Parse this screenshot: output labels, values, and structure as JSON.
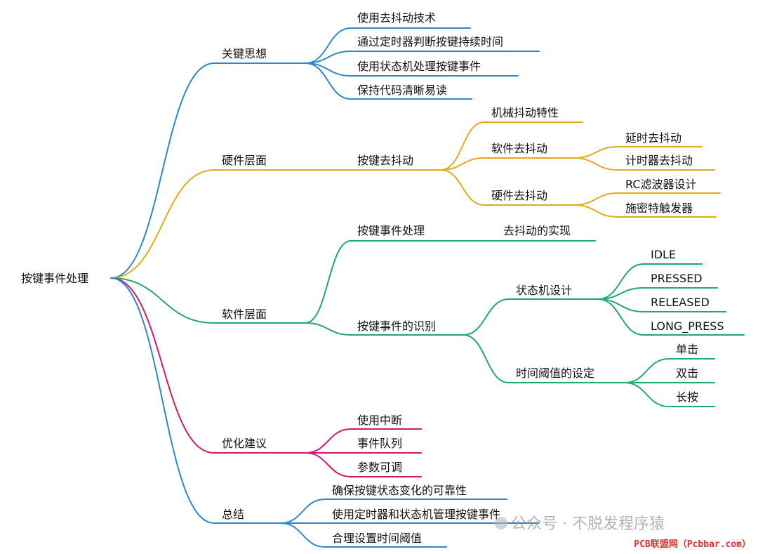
{
  "colors": {
    "keyIdeas": "#2f86c8",
    "hardware": "#e2ac16",
    "software": "#1faa6a",
    "optimize": "#d0186e",
    "summary": "#2f86c8"
  },
  "root": {
    "label": "按键事件处理"
  },
  "branches": {
    "keyIdeas": {
      "label": "关键思想",
      "items": [
        "使用去抖动技术",
        "通过定时器判断按键持续时间",
        "使用状态机处理按键事件",
        "保持代码清晰易读"
      ]
    },
    "hardware": {
      "label": "硬件层面",
      "debounce": {
        "label": "按键去抖动",
        "mechanical": "机械抖动特性",
        "softDebounce": {
          "label": "软件去抖动",
          "items": [
            "延时去抖动",
            "计时器去抖动"
          ]
        },
        "hardDebounce": {
          "label": "硬件去抖动",
          "items": [
            "RC滤波器设计",
            "施密特触发器"
          ]
        }
      }
    },
    "software": {
      "label": "软件层面",
      "handling": {
        "label": "按键事件处理",
        "child": "去抖动的实现"
      },
      "recognition": {
        "label": "按键事件的识别",
        "stateMachine": {
          "label": "状态机设计",
          "states": [
            "IDLE",
            "PRESSED",
            "RELEASED",
            "LONG_PRESS"
          ]
        },
        "threshold": {
          "label": "时间阈值的设定",
          "items": [
            "单击",
            "双击",
            "长按"
          ]
        }
      }
    },
    "optimize": {
      "label": "优化建议",
      "items": [
        "使用中断",
        "事件队列",
        "参数可调"
      ]
    },
    "summary": {
      "label": "总结",
      "items": [
        "确保按键状态变化的可靠性",
        "使用定时器和状态机管理按键事件",
        "合理设置时间阈值"
      ]
    }
  },
  "watermark": {
    "text": "公众号 · 不脱发程序猿"
  },
  "credit": "PCB联盟网（Pcbbar.com）"
}
